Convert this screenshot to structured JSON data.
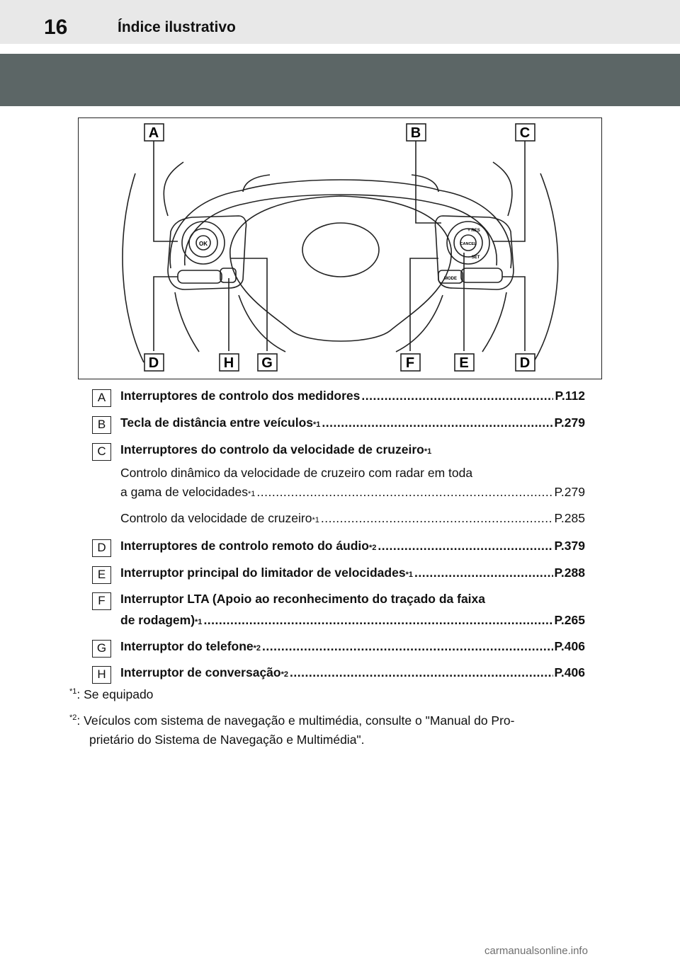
{
  "header": {
    "page_number": "16",
    "title": "Índice ilustrativo"
  },
  "figure": {
    "callouts_top": [
      "A",
      "B",
      "C"
    ],
    "callouts_bottom": [
      "D",
      "H",
      "G",
      "F",
      "E",
      "D"
    ],
    "button_labels": {
      "ok": "OK",
      "res": "+ RES",
      "cancel": "CANCEL",
      "set": "− SET",
      "mode": "MODE"
    }
  },
  "entries": [
    {
      "letter": "A",
      "lines": [
        {
          "text": "Interruptores de controlo dos medidores",
          "sup": "",
          "page": "P.112",
          "bold": true
        }
      ]
    },
    {
      "letter": "B",
      "lines": [
        {
          "text": "Tecla de distância entre veículos",
          "sup": "*1",
          "page": "P.279",
          "bold": true
        }
      ]
    },
    {
      "letter": "C",
      "lines": [
        {
          "text": "Interruptores do controlo da velocidade de cruzeiro",
          "sup": "*1",
          "page": "",
          "bold": true
        },
        {
          "text": "Controlo dinâmico da velocidade de cruzeiro com radar em toda",
          "sup": "",
          "page": "",
          "bold": false
        },
        {
          "text": "a gama de velocidades",
          "sup": "*1",
          "page": "P.279",
          "bold": false
        },
        {
          "text": "Controlo da velocidade de cruzeiro",
          "sup": "*1",
          "page": "P.285",
          "bold": false
        }
      ]
    },
    {
      "letter": "D",
      "lines": [
        {
          "text": "Interruptores de controlo remoto do áudio",
          "sup": "*2",
          "page": "P.379",
          "bold": true
        }
      ]
    },
    {
      "letter": "E",
      "lines": [
        {
          "text": "Interruptor principal do limitador de velocidades",
          "sup": "*1",
          "page": "P.288",
          "bold": true
        }
      ]
    },
    {
      "letter": "F",
      "lines": [
        {
          "text": "Interruptor LTA (Apoio ao reconhecimento do traçado da faixa",
          "sup": "",
          "page": "",
          "bold": true
        },
        {
          "text": "de rodagem)",
          "sup": "*1",
          "page": "P.265",
          "bold": true
        }
      ]
    },
    {
      "letter": "G",
      "lines": [
        {
          "text": "Interruptor do telefone",
          "sup": "*2",
          "page": "P.406",
          "bold": true
        }
      ]
    },
    {
      "letter": "H",
      "lines": [
        {
          "text": "Interruptor de conversação",
          "sup": "*2",
          "page": "P.406",
          "bold": true
        }
      ]
    }
  ],
  "footnotes": [
    {
      "mark": "*1",
      "lines": [
        ": Se equipado"
      ]
    },
    {
      "mark": "*2",
      "lines": [
        ": Veículos com sistema de navegação e multimédia, consulte o \"Manual do Pro-",
        "prietário do Sistema de Navegação e Multimédia\"."
      ]
    }
  ],
  "watermark": "carmanualsonline.info"
}
